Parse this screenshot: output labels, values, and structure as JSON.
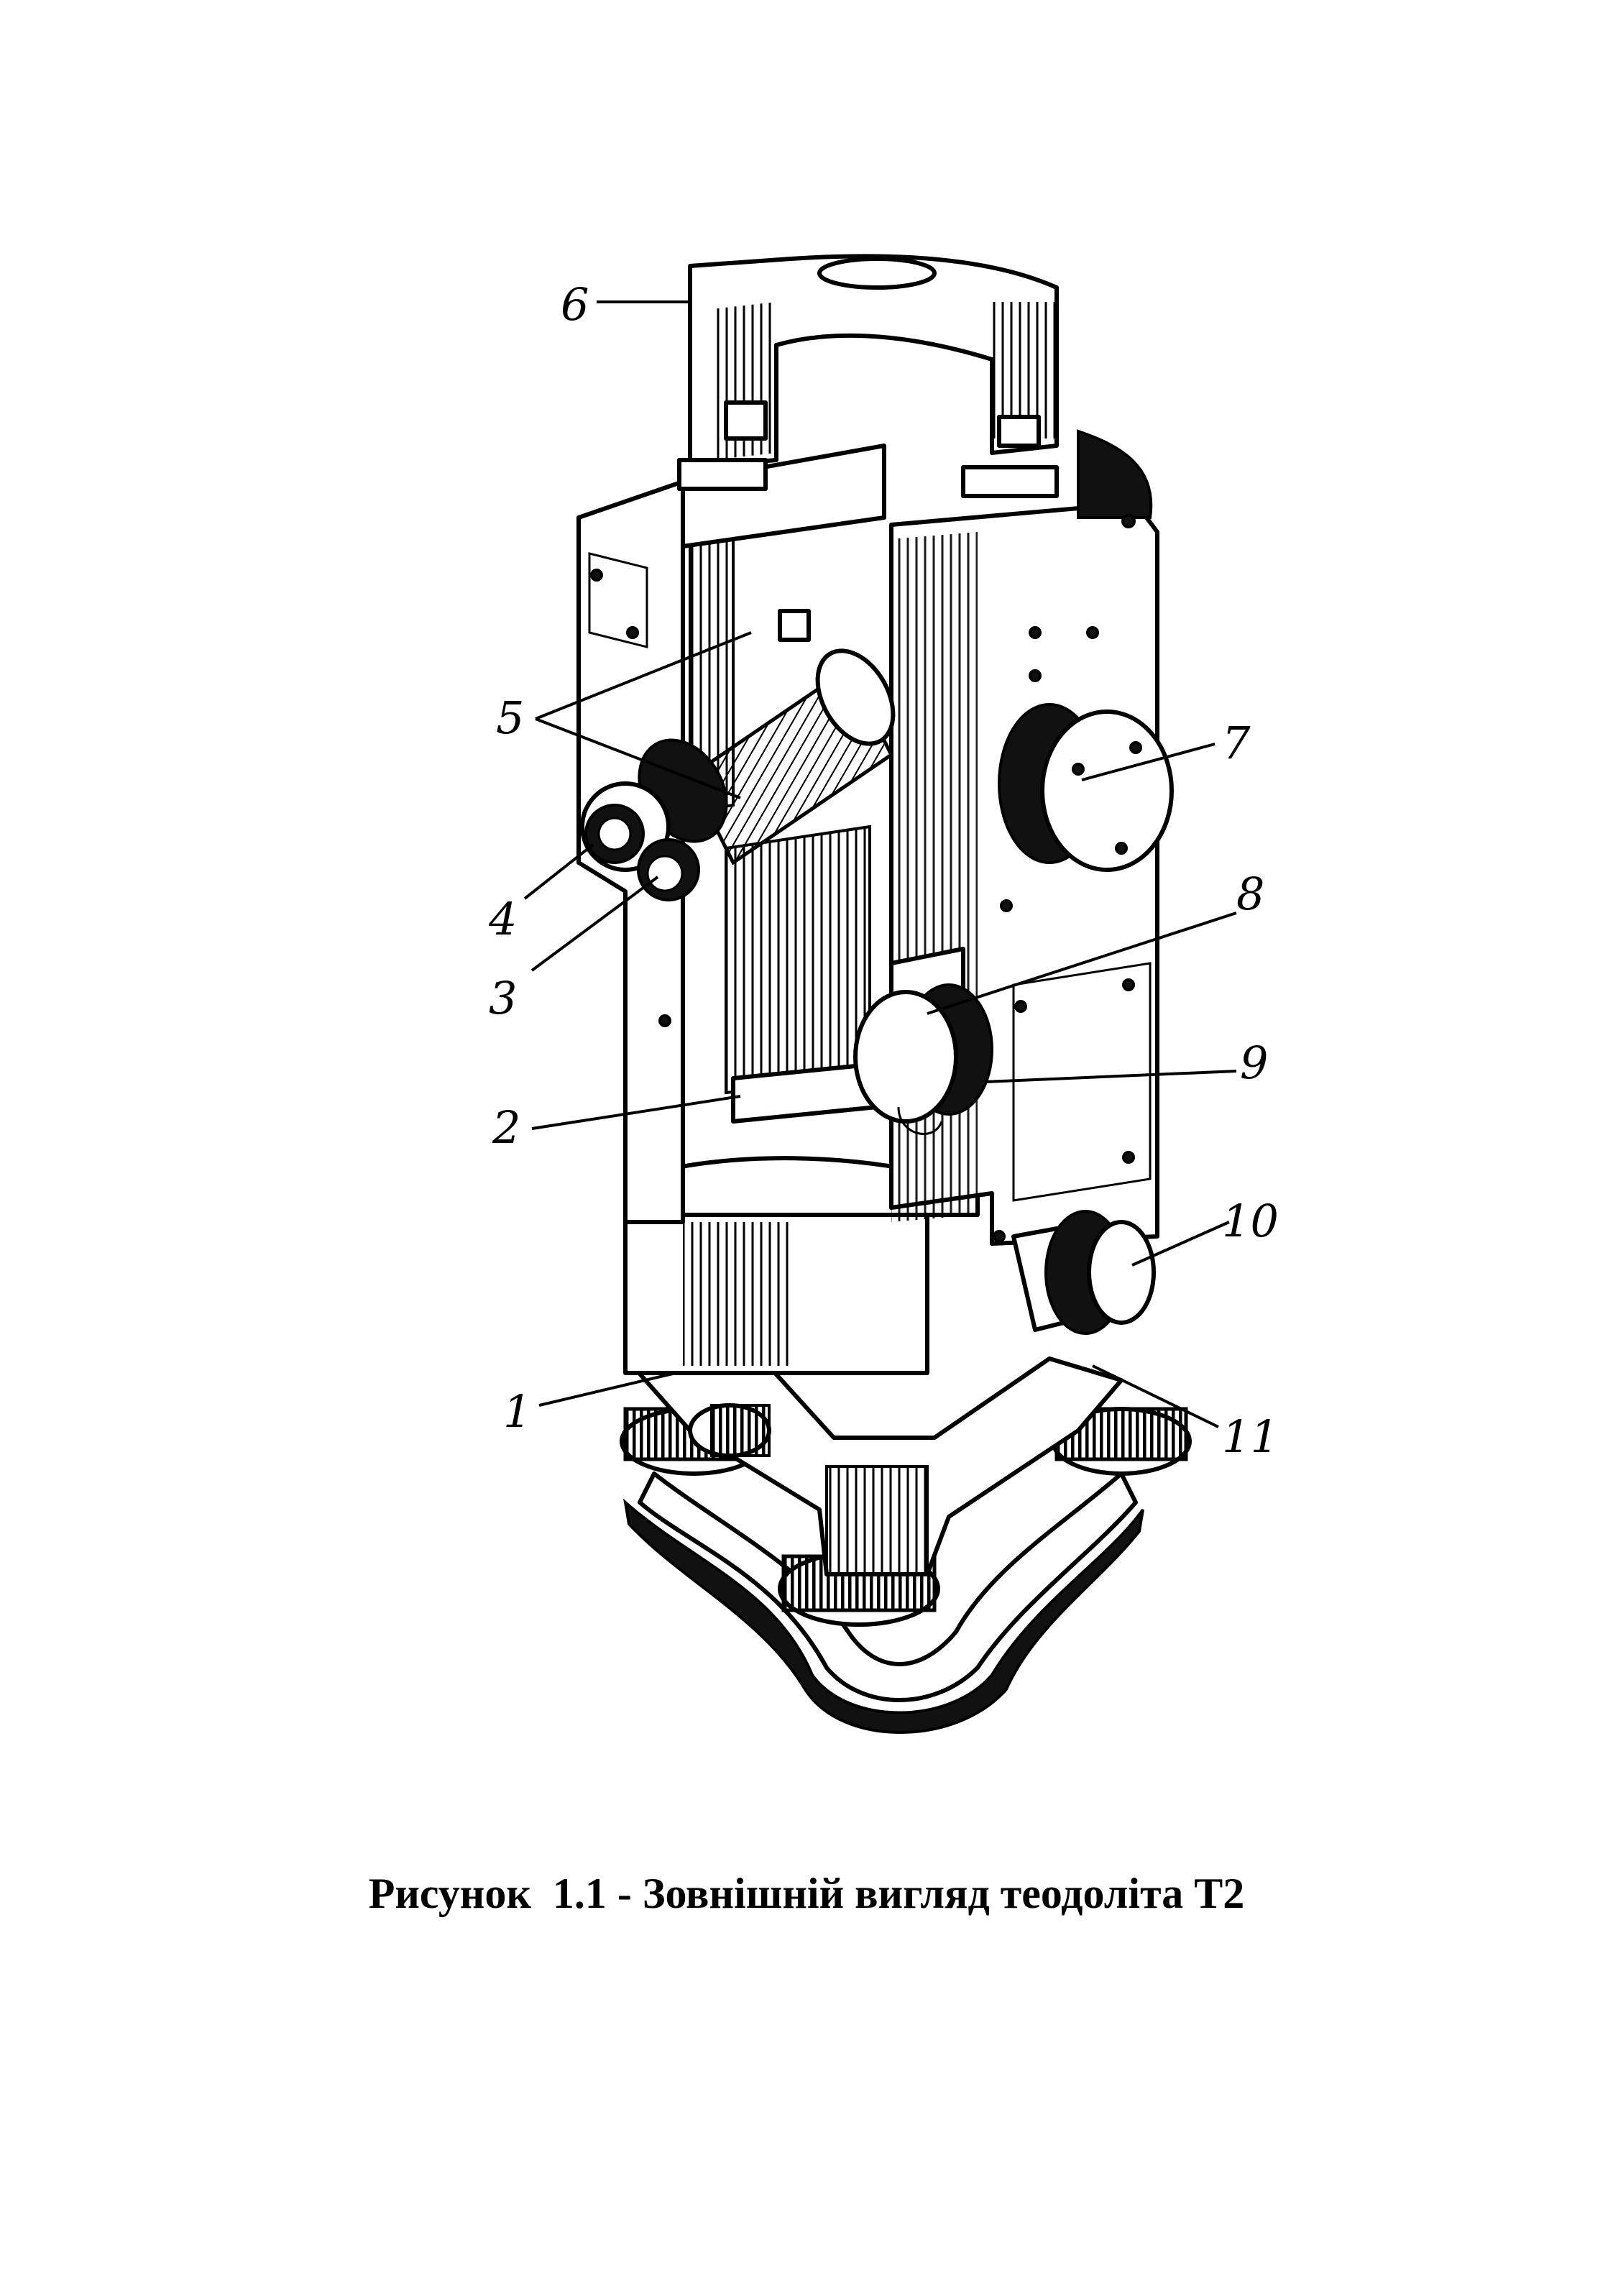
{
  "figure": {
    "caption": "Рисунок  1.1 - Зовнішній вигляд теодоліта Т2",
    "callouts": [
      "1",
      "2",
      "3",
      "4",
      "5",
      "6",
      "7",
      "8",
      "9",
      "10",
      "11"
    ]
  }
}
